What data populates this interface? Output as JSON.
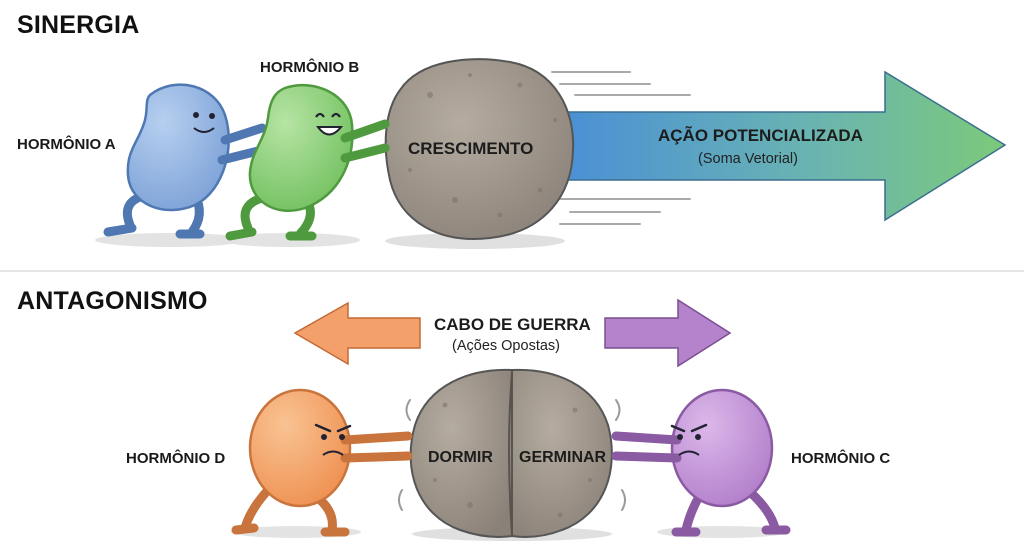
{
  "synergy": {
    "title": "SINERGIA",
    "hormone_a": "HORMÔNIO A",
    "hormone_b": "HORMÔNIO B",
    "rock_label": "CRESCIMENTO",
    "arrow_title": "AÇÃO POTENCIALIZADA",
    "arrow_subtitle": "(Soma Vetorial)",
    "colors": {
      "hormone_a": "#8fb3e0",
      "hormone_b": "#8fcf7a",
      "arrow_start": "#4a8fd6",
      "arrow_end": "#7cc97a"
    }
  },
  "antagonism": {
    "title": "ANTAGONISMO",
    "tug_title": "CABO DE GUERRA",
    "tug_subtitle": "(Ações Opostas)",
    "hormone_d": "HORMÔNIO D",
    "hormone_c": "HORMÔNIO C",
    "rock_left_label": "DORMIR",
    "rock_right_label": "GERMINAR",
    "colors": {
      "hormone_d": "#f4a468",
      "hormone_c": "#c493d6",
      "left_arrow": "#f4a06a",
      "right_arrow": "#b583cc"
    }
  }
}
